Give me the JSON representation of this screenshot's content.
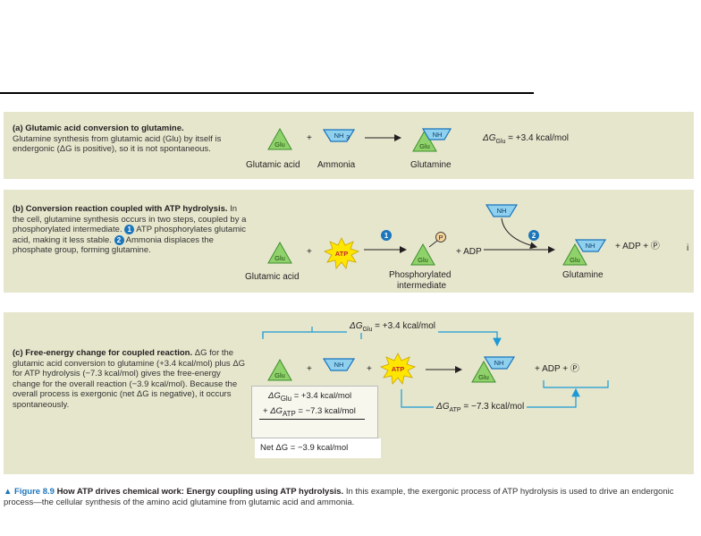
{
  "panel_a": {
    "heading": "(a) Glutamic acid conversion to glutamine.",
    "text": "Glutamine synthesis from glutamic acid (Glu) by itself is endergonic (ΔG is positive), so it is not spontaneous.",
    "label_glutamic_acid": "Glutamic acid",
    "label_ammonia": "Ammonia",
    "label_glutamine": "Glutamine",
    "delta_g": "ΔG",
    "delta_g_sub": "Glu",
    "delta_g_value": " = +3.4 kcal/mol"
  },
  "panel_b": {
    "heading": "(b) Conversion reaction coupled with ATP hydrolysis.",
    "text_1": "In the cell, glutamine synthesis occurs in two steps, coupled by a phosphorylated intermediate.",
    "text_2": "ATP phosphorylates glutamic acid, making it less stable.",
    "text_3": "Ammonia displaces the phosphate group, forming glutamine.",
    "step1": "1",
    "step2": "2",
    "label_glutamic_acid": "Glutamic acid",
    "label_phosph_1": "Phosphorylated",
    "label_phosph_2": "intermediate",
    "label_glutamine": "Glutamine",
    "plus_adp": "+ ADP",
    "plus_adp_pi": "+ ADP + Ⓟ",
    "pi_sub": "i"
  },
  "panel_c": {
    "heading": "(c) Free-energy change for coupled reaction.",
    "text": "ΔG for the glutamic acid conversion to glutamine (+3.4 kcal/mol) plus ΔG for ATP hydrolysis (−7.3 kcal/mol) gives the free-energy change for the overall reaction (−3.9 kcal/mol). Because the overall process is exergonic (net ΔG is negative), it occurs spontaneously.",
    "top_dg": "ΔG",
    "top_dg_sub": "Glu",
    "top_dg_value": " = +3.4 kcal/mol",
    "bottom_dg": "ΔG",
    "bottom_dg_sub": "ATP",
    "bottom_dg_value": " = −7.3 kcal/mol",
    "box_line1_sub": "Glu",
    "box_line1_value": " = +3.4 kcal/mol",
    "box_line2_prefix": "+ ",
    "box_line2_sub": "ATP",
    "box_line2_value": " = −7.3 kcal/mol",
    "net": "Net ΔG = −3.9 kcal/mol",
    "products": "+ ADP  +  Ⓟ"
  },
  "molecules": {
    "glu": "Glu",
    "nh3": "NH",
    "nh3_sub": "3",
    "atp": "ATP",
    "p": "P"
  },
  "caption": {
    "figure_label": "▲ Figure 8.9",
    "title": "How ATP drives chemical work: Energy coupling using ATP hydrolysis.",
    "text": "In this example, the exergonic process of ATP hydrolysis is used to drive an endergonic process—the cellular synthesis of the amino acid glutamine from glutamic acid and ammonia."
  },
  "colors": {
    "panel_bg": "#e6e6cd",
    "glu_green": "#8fd16a",
    "nh3_blue": "#8ed0ee",
    "atp_yellow": "#ffe600",
    "arrow_blue": "#1b9ad6",
    "step_blue": "#1b75bb",
    "phosphate": "#f5d49a"
  }
}
